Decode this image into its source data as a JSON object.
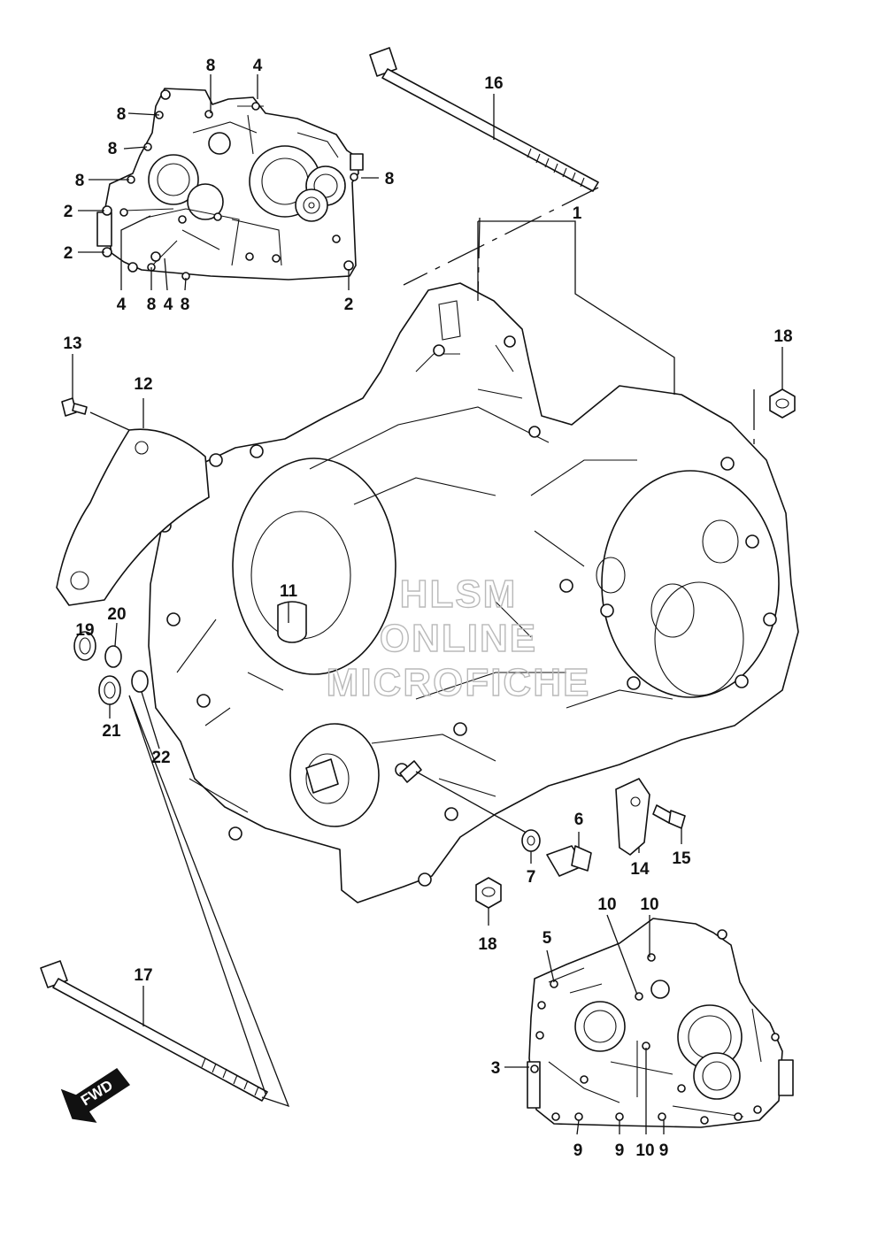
{
  "labels": {
    "top_cover": [
      "8",
      "4",
      "8",
      "8",
      "8",
      "8",
      "2",
      "2",
      "4",
      "8",
      "4",
      "8",
      "2"
    ],
    "bolt_16": "16",
    "crankcase_1": "1",
    "nut_18_top": "18",
    "screw_13": "13",
    "bracket_12": "12",
    "dowel_11": "11",
    "plug_19": "19",
    "oring_20": "20",
    "plug_21": "21",
    "oring_22": "22",
    "bolt_6": "6",
    "washer_7": "7",
    "bracket_14": "14",
    "screw_15": "15",
    "nut_18_bottom": "18",
    "bottom_cover": [
      "5",
      "10",
      "10",
      "3",
      "9",
      "9",
      "10",
      "9"
    ],
    "bolt_17": "17"
  },
  "fwd_badge": "FWD",
  "watermark": [
    "HLSM",
    "ONLINE",
    "MICROFICHE"
  ],
  "colors": {
    "ink": "#111111",
    "paper": "#ffffff",
    "watermark": "#b9b9b9"
  }
}
